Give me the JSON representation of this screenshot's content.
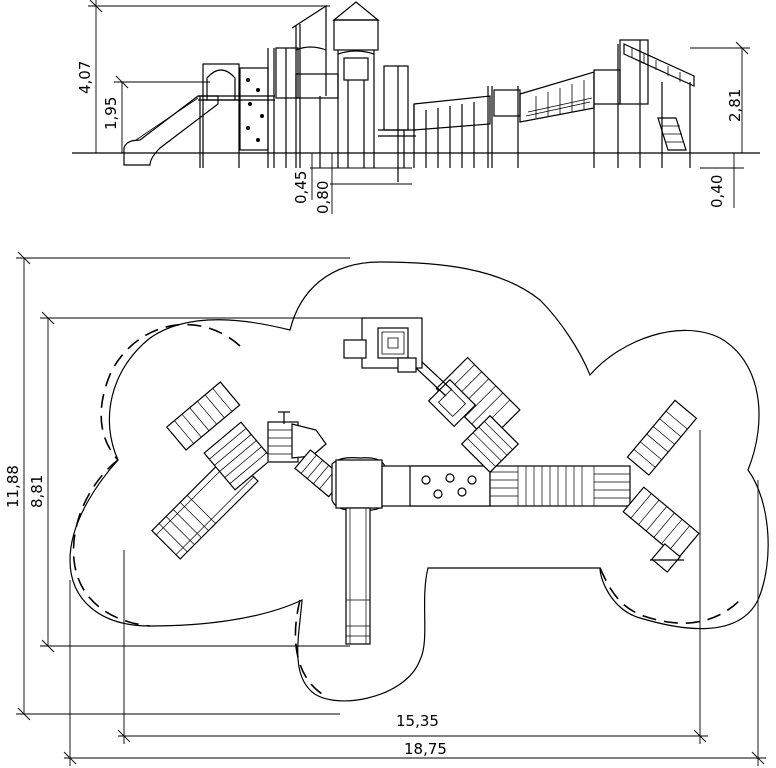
{
  "elevation": {
    "dim_total_height": "4,07",
    "dim_platform_height": "1,95",
    "dim_right_height": "2,81",
    "dim_foundation_a": "0,45",
    "dim_foundation_b": "0,80",
    "dim_foundation_c": "0,40"
  },
  "plan": {
    "dim_outer_height": "11,88",
    "dim_inner_height": "8,81",
    "dim_inner_width": "15,35",
    "dim_outer_width": "18,75"
  }
}
